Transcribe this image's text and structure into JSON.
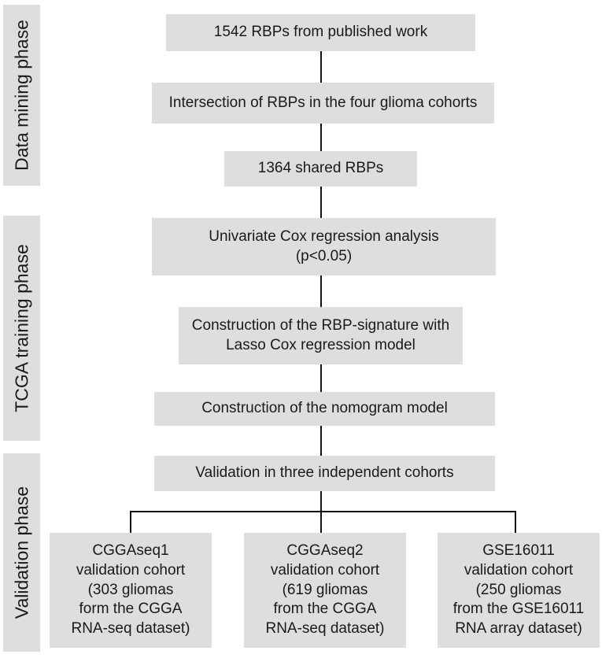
{
  "phases": {
    "data_mining": "Data mining phase",
    "tcga_training": "TCGA training phase",
    "validation": "Validation phase"
  },
  "steps": {
    "rbps_published": "1542 RBPs from published work",
    "intersection": "Intersection of RBPs in the four glioma cohorts",
    "shared_rbps": "1364 shared RBPs",
    "univariate_line1": "Univariate Cox regression analysis",
    "univariate_line2": "(p<0.05)",
    "signature_line1": "Construction of the RBP-signature with",
    "signature_line2": "Lasso Cox regression model",
    "nomogram": "Construction of the nomogram model",
    "validation": "Validation in three independent cohorts"
  },
  "cohorts": [
    {
      "line1": "CGGAseq1",
      "line2": "validation cohort",
      "line3": "(303 gliomas",
      "line4": "form the CGGA",
      "line5": "RNA-seq dataset)"
    },
    {
      "line1": "CGGAseq2",
      "line2": "validation cohort",
      "line3": "(619 gliomas",
      "line4": "from the CGGA",
      "line5": "RNA-seq dataset)"
    },
    {
      "line1": "GSE16011",
      "line2": "validation cohort",
      "line3": "(250 gliomas",
      "line4": "from the GSE16011",
      "line5": "RNA array dataset)"
    }
  ]
}
